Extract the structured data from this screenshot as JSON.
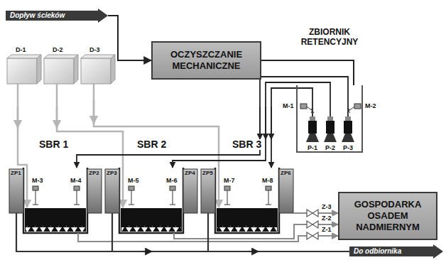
{
  "diagram": {
    "nodes": [
      {
        "text": [
          "Dopływ ścieków"
        ]
      },
      {
        "text": [
          "OCZYSZCZANIE MECHANICZNE"
        ]
      },
      {
        "text": [
          "ZBIORNIK RETENCYJNY"
        ]
      },
      {
        "text": [
          "GOSPODARKA OSADEM NADMIERNYM"
        ]
      },
      {
        "text": [
          "Do odbiornika"
        ]
      }
    ],
    "edges": [
      {
        "from": 0,
        "to": 1,
        "arrow": "to"
      },
      {
        "from": 1,
        "to": 2,
        "arrow": "none"
      }
    ],
    "labels": [
      "D-1",
      "D-2",
      "D-3",
      "SBR 1",
      "SBR 2",
      "SBR 3",
      "M-1",
      "M-2",
      "P-1",
      "P-2",
      "P-3",
      "ZP1",
      "M-3",
      "M-4",
      "ZP2",
      "ZP3",
      "M-5",
      "M-6",
      "ZP4",
      "ZP5",
      "M-7",
      "M-8",
      "ZP6",
      "Z-3",
      "Z-2",
      "Z-1"
    ]
  }
}
